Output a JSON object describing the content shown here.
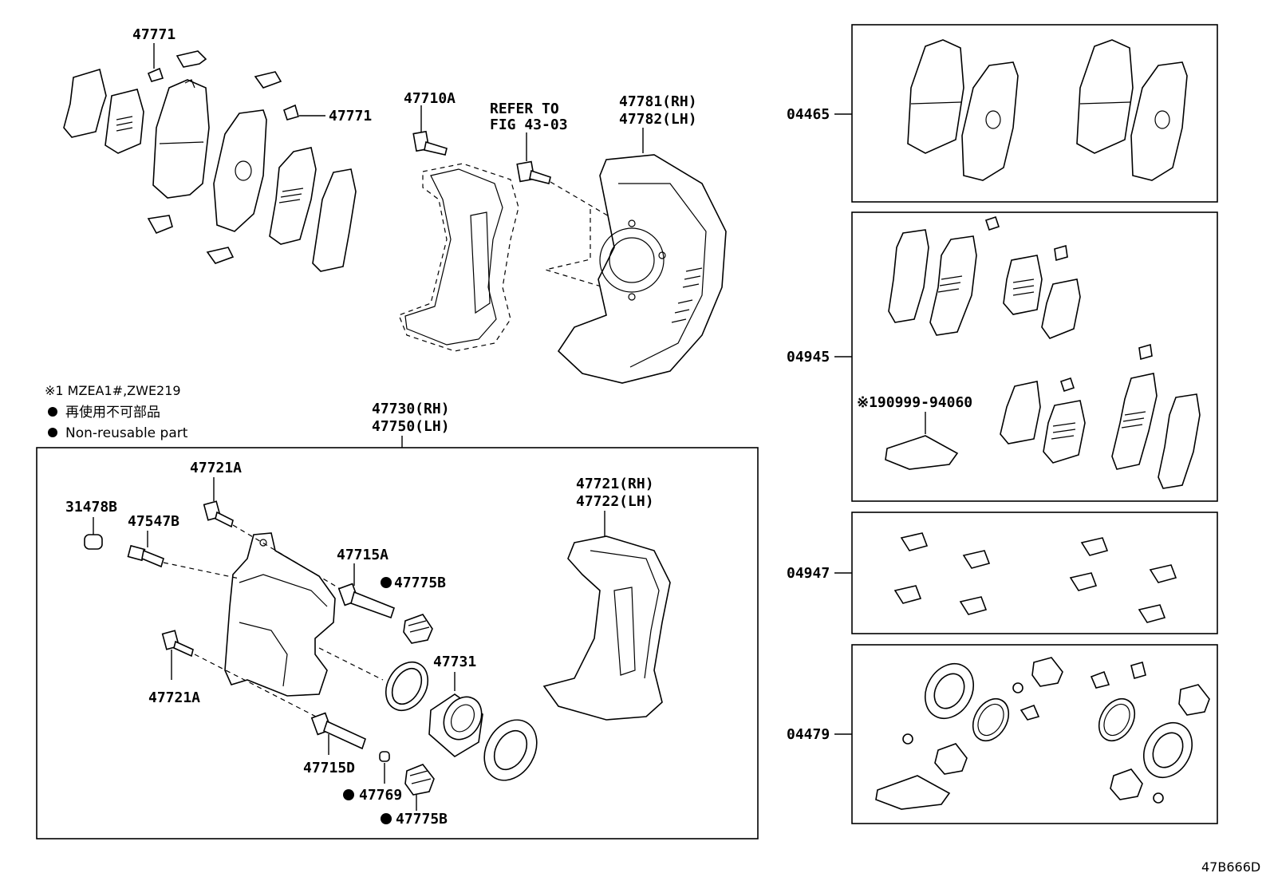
{
  "labels": {
    "p47771_top": "47771",
    "p47771_mid": "47771",
    "p47710a": "47710A",
    "refer1": "REFER TO",
    "refer2": "FIG 43-03",
    "p47781": "47781(RH)",
    "p47782": "47782(LH)",
    "p47730": "47730(RH)",
    "p47750": "47750(LH)",
    "p47721a_top": "47721A",
    "p31478b": "31478B",
    "p47547b": "47547B",
    "p47715a": "47715A",
    "p47775b_top": "47775B",
    "p47721rh": "47721(RH)",
    "p47722lh": "47722(LH)",
    "p47731": "47731",
    "p47721a_bot": "47721A",
    "p47715d": "47715D",
    "p47769": "47769",
    "p47775b_bot": "47775B",
    "k04465": "04465",
    "k04945": "04945",
    "k04947": "04947",
    "k04479": "04479",
    "k190999": "※190999-94060",
    "code": "47B666D"
  },
  "notes": {
    "n1": "※1 MZEA1#,ZWE219",
    "n2": "再使用不可部品",
    "n3": "Non-reusable part"
  }
}
